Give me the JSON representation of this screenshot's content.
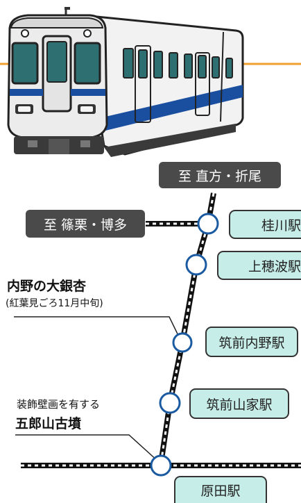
{
  "directions": {
    "north": "至 直方・折尾",
    "west": "至 篠栗・博多"
  },
  "stations": [
    {
      "id": "katsuragawa",
      "name": "桂川駅"
    },
    {
      "id": "kamihonami",
      "name": "上穂波駅"
    },
    {
      "id": "chikuzen-uchino",
      "name": "筑前内野駅"
    },
    {
      "id": "chikuzen-yamae",
      "name": "筑前山家駅"
    },
    {
      "id": "haruda",
      "name": "原田駅"
    }
  ],
  "notes": {
    "ginkgo": {
      "title": "内野の大銀杏",
      "sub": "(紅葉見ごろ11月中旬)"
    },
    "tomb": {
      "sub": "装飾壁画を有する",
      "title": "五郎山古墳"
    }
  },
  "colors": {
    "station_fill": "#c6ede8",
    "station_circle": "#1a5aa0",
    "direction_box": "#4a4a4a",
    "train_stripe": "#1a4fa0",
    "train_front": "#2e6f72",
    "accent_line": "#f0a030"
  },
  "icons": [
    "train-icon"
  ]
}
